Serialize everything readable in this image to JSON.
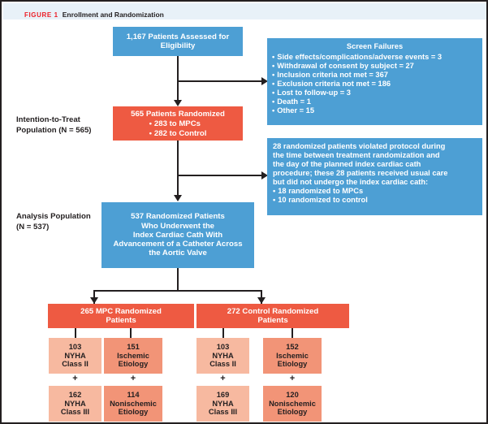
{
  "figure": {
    "label": "FIGURE 1",
    "title": "Enrollment and Randomization"
  },
  "colors": {
    "blue": "#4d9fd4",
    "red": "#ee5a42",
    "salmon_light": "#f7b9a0",
    "salmon_dark": "#f29477",
    "header_bar": "#e8f1f8",
    "frame_border": "#231f20",
    "figure_label": "#ed1c24"
  },
  "boxes": {
    "assessed": {
      "line1": "1,167 Patients Assessed for",
      "line2": "Eligibility"
    },
    "screen_failures": {
      "title": "Screen Failures",
      "items": [
        "Side effects/complications/adverse events = 3",
        "Withdrawal of consent by subject = 27",
        "Inclusion criteria not met = 367",
        "Exclusion criteria not met = 186",
        "Lost to follow-up = 3",
        "Death = 1",
        "Other = 15"
      ]
    },
    "randomized": {
      "title": "565 Patients Randomized",
      "items": [
        "283 to MPCs",
        "282 to Control"
      ]
    },
    "protocol_violation": {
      "paragraph_lines": [
        "28 randomized patients violated protocol during",
        "the time between treatment randomization and",
        "the day of the planned index cardiac cath",
        "procedure; these 28 patients received usual care",
        "but did not undergo the index cardiac cath:"
      ],
      "items": [
        "18 randomized to MPCs",
        "10 randomized to control"
      ]
    },
    "analysis": {
      "lines": [
        "537 Randomized Patients",
        "Who Underwent the",
        "Index Cardiac Cath With",
        "Advancement of a Catheter Across",
        "the Aortic Valve"
      ]
    },
    "mpc_group": {
      "line1": "265 MPC Randomized",
      "line2": "Patients"
    },
    "control_group": {
      "line1": "272 Control Randomized",
      "line2": "Patients"
    },
    "mpc_nyha2": {
      "line1": "103",
      "line2": "NYHA",
      "line3": "Class II"
    },
    "mpc_nyha3": {
      "line1": "162",
      "line2": "NYHA",
      "line3": "Class III"
    },
    "mpc_ischemic": {
      "line1": "151",
      "line2": "Ischemic",
      "line3": "Etiology"
    },
    "mpc_nonischemic": {
      "line1": "114",
      "line2": "Nonischemic",
      "line3": "Etiology"
    },
    "ctl_nyha2": {
      "line1": "103",
      "line2": "NYHA",
      "line3": "Class II"
    },
    "ctl_nyha3": {
      "line1": "169",
      "line2": "NYHA",
      "line3": "Class III"
    },
    "ctl_ischemic": {
      "line1": "152",
      "line2": "Ischemic",
      "line3": "Etiology"
    },
    "ctl_nonischemic": {
      "line1": "120",
      "line2": "Nonischemic",
      "line3": "Etiology"
    }
  },
  "side_labels": {
    "itt": {
      "line1": "Intention-to-Treat",
      "line2": "Population (N = 565)"
    },
    "analysis": {
      "line1": "Analysis Population",
      "line2": "(N = 537)"
    }
  },
  "plus_signs": {
    "mpc_nyha": "+",
    "mpc_etiology": "+",
    "ctl_nyha": "+",
    "ctl_etiology": "+"
  }
}
